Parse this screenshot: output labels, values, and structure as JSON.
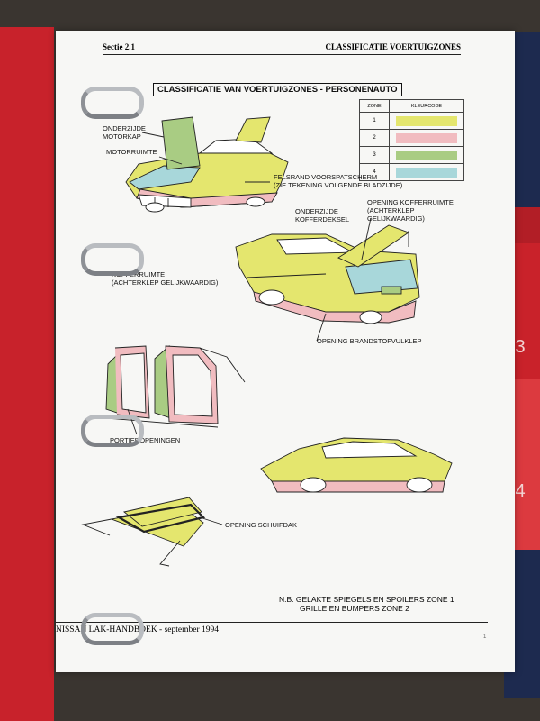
{
  "header": {
    "section": "Sectie 2.1",
    "title": "CLASSIFICATIE VOERTUIGZONES"
  },
  "main_title": "CLASSIFICATIE VAN VOERTUIGZONES - PERSONENAUTO",
  "legend": {
    "col_zone": "ZONE",
    "col_color": "KLEURCODE",
    "rows": [
      {
        "zone": "1",
        "color": "#e4e66e"
      },
      {
        "zone": "2",
        "color": "#f1bcc0"
      },
      {
        "zone": "3",
        "color": "#a9cc83"
      },
      {
        "zone": "4",
        "color": "#a8d7da"
      }
    ]
  },
  "labels": {
    "onderzijde_motorkap": "ONDERZIJDE\nMOTORKAP",
    "motorruimte": "MOTORRUIMTE",
    "felsrand": "FELSRAND VOORSPATSCHERM\n(ZIE TEKENING VOLGENDE BLADZIJDE)",
    "onderzijde_kofferdeksel": "ONDERZIJDE\nKOFFERDEKSEL",
    "opening_kofferruimte": "OPENING KOFFERRUIMTE\n(ACHTERKLEP\nGELIJKWAARDIG)",
    "kofferruimte": "KOFFERRUIMTE\n(ACHTERKLEP GELIJKWAARDIG)",
    "opening_brandstofvulklep": "OPENING BRANDSTOFVULKLEP",
    "portieropeningen": "PORTIEROPENINGEN",
    "opening_schuifdak": "OPENING SCHUIFDAK"
  },
  "note": {
    "line1": "N.B.  GELAKTE SPIEGELS EN SPOILERS ZONE 1",
    "line2": "GRILLE EN BUMPERS ZONE 2"
  },
  "footer": {
    "text": "NISSAN LAK-HANDBOEK - september 1994",
    "page": "1"
  },
  "binder_tabs": [
    "3",
    "4"
  ]
}
